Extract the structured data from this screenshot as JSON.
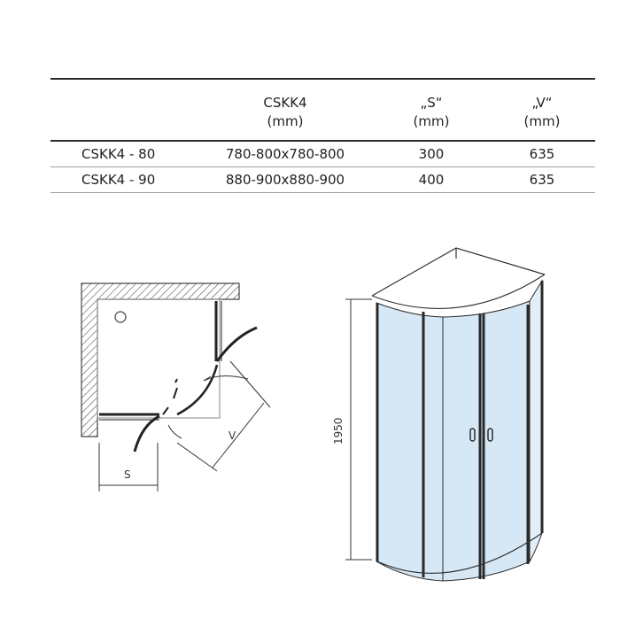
{
  "table": {
    "headers": [
      {
        "line1": "",
        "line2": ""
      },
      {
        "line1": "CSKK4",
        "line2": "(mm)"
      },
      {
        "line1": "„S“",
        "line2": "(mm)"
      },
      {
        "line1": "„V“",
        "line2": "(mm)"
      }
    ],
    "rows": [
      {
        "model": "CSKK4 - 80",
        "size": "780-800x780-800",
        "s": "300",
        "v": "635"
      },
      {
        "model": "CSKK4 - 90",
        "size": "880-900x880-900",
        "s": "400",
        "v": "635"
      }
    ]
  },
  "plan": {
    "s_label": "S",
    "v_label": "V"
  },
  "cabin": {
    "height_label": "1950"
  },
  "colors": {
    "glass": "#d6e8f6",
    "frame": "#2a2a2a",
    "hatch": "#555555"
  }
}
